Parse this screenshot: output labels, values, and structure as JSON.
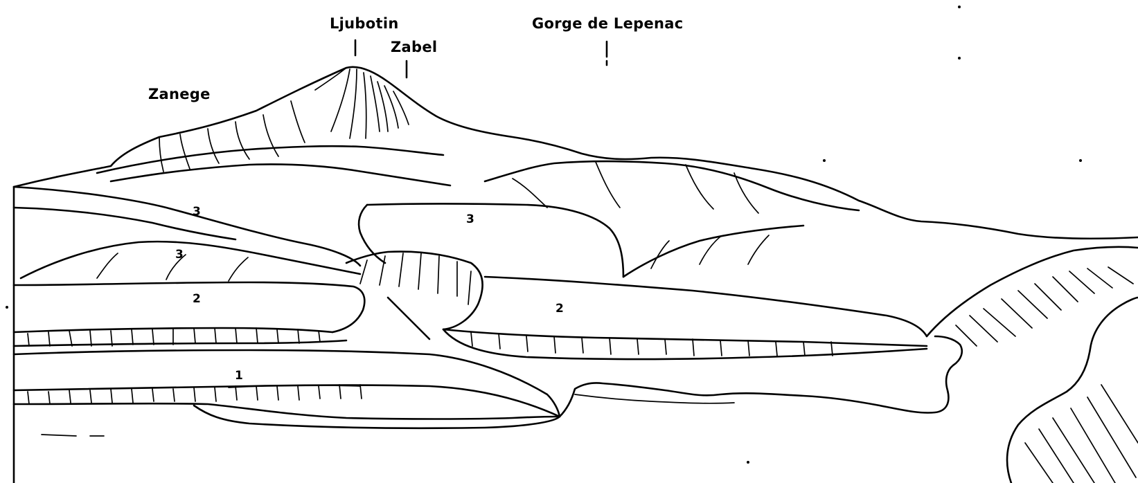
{
  "figure": {
    "place_labels": {
      "ljubotin": "Ljubotin",
      "zabel": "Zabel",
      "gorge": "Gorge de Lepenac",
      "zanege": "Zanege"
    },
    "unit_labels": {
      "terrace_3_left_upper": "3",
      "terrace_3_left_lower": "3",
      "terrace_3_center": "3",
      "terrace_2_left": "2",
      "terrace_2_right": "2",
      "terrace_1": "1"
    },
    "colors": {
      "ink": "#000000",
      "paper": "#ffffff"
    }
  }
}
